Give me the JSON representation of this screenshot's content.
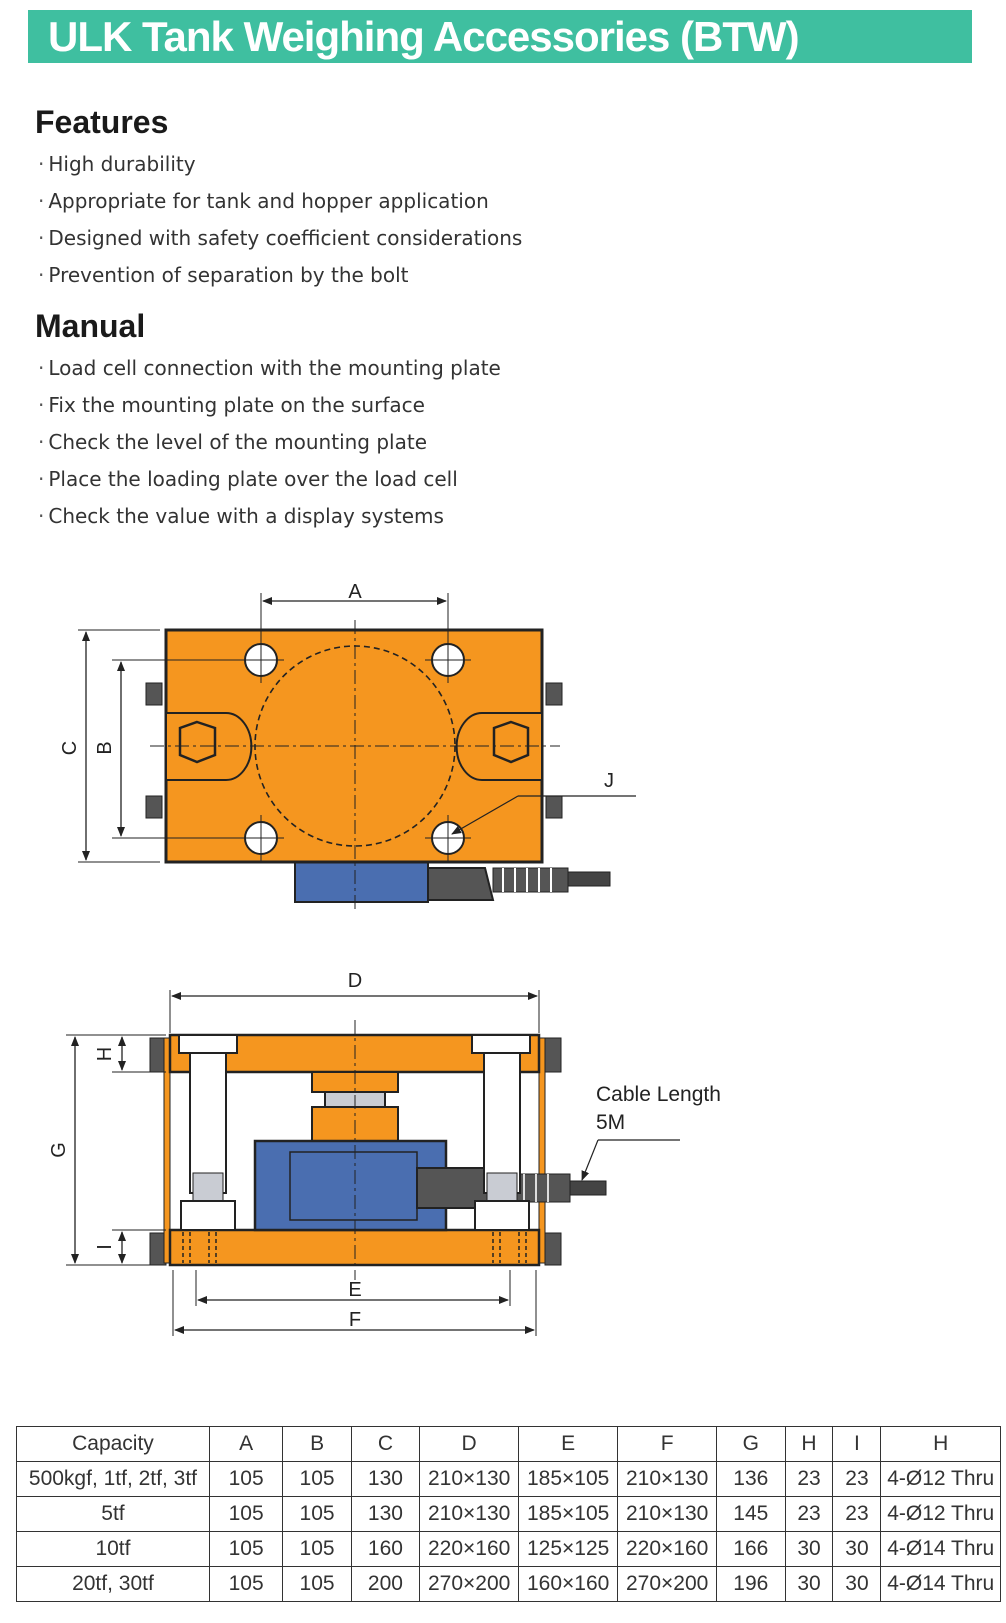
{
  "title": "ULK Tank Weighing Accessories (BTW)",
  "features": {
    "heading": "Features",
    "items": [
      "High durability",
      "Appropriate for tank and hopper application",
      "Designed with safety coefficient considerations",
      "Prevention of separation by the bolt"
    ]
  },
  "manual": {
    "heading": "Manual",
    "items": [
      "Load cell connection with the mounting plate",
      "Fix the mounting plate on the surface",
      "Check the level of the mounting plate",
      "Place the loading plate over the load cell",
      "Check the value with a display systems"
    ]
  },
  "diagram": {
    "labels": {
      "A": "A",
      "B": "B",
      "C": "C",
      "J": "J",
      "D": "D",
      "E": "E",
      "F": "F",
      "G": "G",
      "H": "H",
      "I": "I"
    },
    "cable_label_1": "Cable Length",
    "cable_label_2": "5M",
    "colors": {
      "body": "#f5961f",
      "cell": "#4a6eb0",
      "cable": "#555555"
    }
  },
  "table": {
    "headers": [
      "Capacity",
      "A",
      "B",
      "C",
      "D",
      "E",
      "F",
      "G",
      "H",
      "I",
      "H"
    ],
    "rows": [
      [
        "500kgf, 1tf, 2tf, 3tf",
        "105",
        "105",
        "130",
        "210×130",
        "185×105",
        "210×130",
        "136",
        "23",
        "23",
        "4-Ø12 Thru"
      ],
      [
        "5tf",
        "105",
        "105",
        "130",
        "210×130",
        "185×105",
        "210×130",
        "145",
        "23",
        "23",
        "4-Ø12 Thru"
      ],
      [
        "10tf",
        "105",
        "105",
        "160",
        "220×160",
        "125×125",
        "220×160",
        "166",
        "30",
        "30",
        "4-Ø14 Thru"
      ],
      [
        "20tf, 30tf",
        "105",
        "105",
        "200",
        "270×200",
        "160×160",
        "270×200",
        "196",
        "30",
        "30",
        "4-Ø14 Thru"
      ]
    ]
  }
}
